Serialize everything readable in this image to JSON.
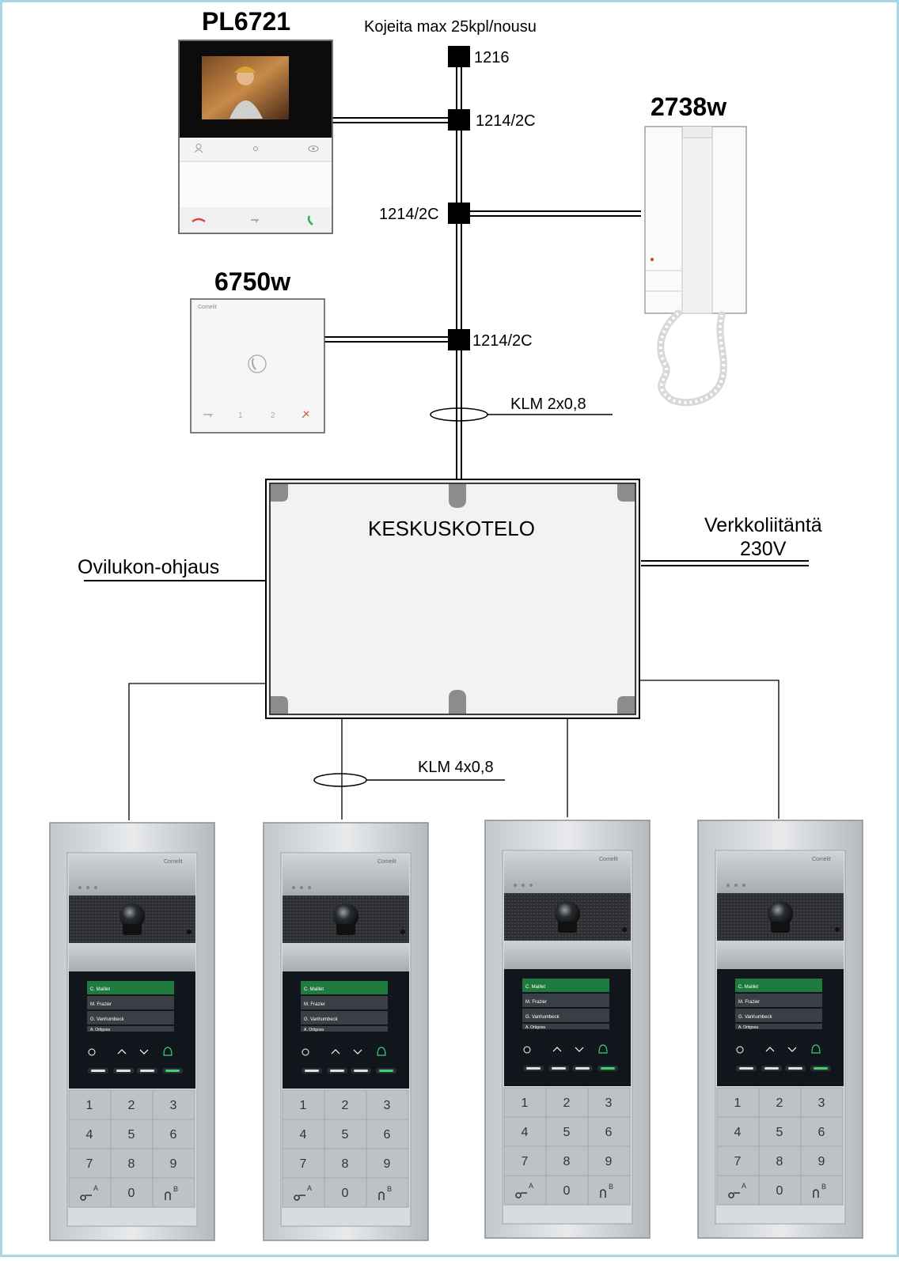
{
  "header_note": "Kojeita max 25kpl/nousu",
  "devices": {
    "monitor": {
      "model": "PL6721",
      "button_icons": [
        "user-icon",
        "circle-icon",
        "eye-icon"
      ],
      "key_icons": [
        "hangup-icon",
        "key-icon",
        "call-icon"
      ]
    },
    "audio_unit": {
      "model": "6750w",
      "brand": "Comelit",
      "buttons": [
        "1",
        "2"
      ]
    },
    "handset": {
      "model": "2738w"
    }
  },
  "connectors": [
    "1216",
    "1214/2C",
    "1214/2C",
    "1214/2C"
  ],
  "cables": {
    "riser": "KLM 2x0,8",
    "entrance": "KLM 4x0,8"
  },
  "central_unit": {
    "label": "KESKUSKOTELO"
  },
  "mains": {
    "line1": "Verkkoliitäntä",
    "line2": "230V"
  },
  "door_lock": {
    "label": "Ovilukon-ohjaus"
  },
  "entrance_panels": {
    "count": 4,
    "brand": "Comelit",
    "names": [
      "C. Maillet",
      "M. Frazier",
      "G. Vanhumbeck",
      "A. Ortigosa"
    ],
    "keys": [
      "1",
      "2",
      "3",
      "4",
      "5",
      "6",
      "7",
      "8",
      "9",
      "",
      "0",
      ""
    ],
    "key_a": "A",
    "key_b": "B"
  },
  "colors": {
    "line": "#000000",
    "box_fill": "#f2f2f2",
    "screen_green": "#1f7a3e",
    "frame": "#b8bcc0",
    "border_accent": "#a9d4e6"
  }
}
